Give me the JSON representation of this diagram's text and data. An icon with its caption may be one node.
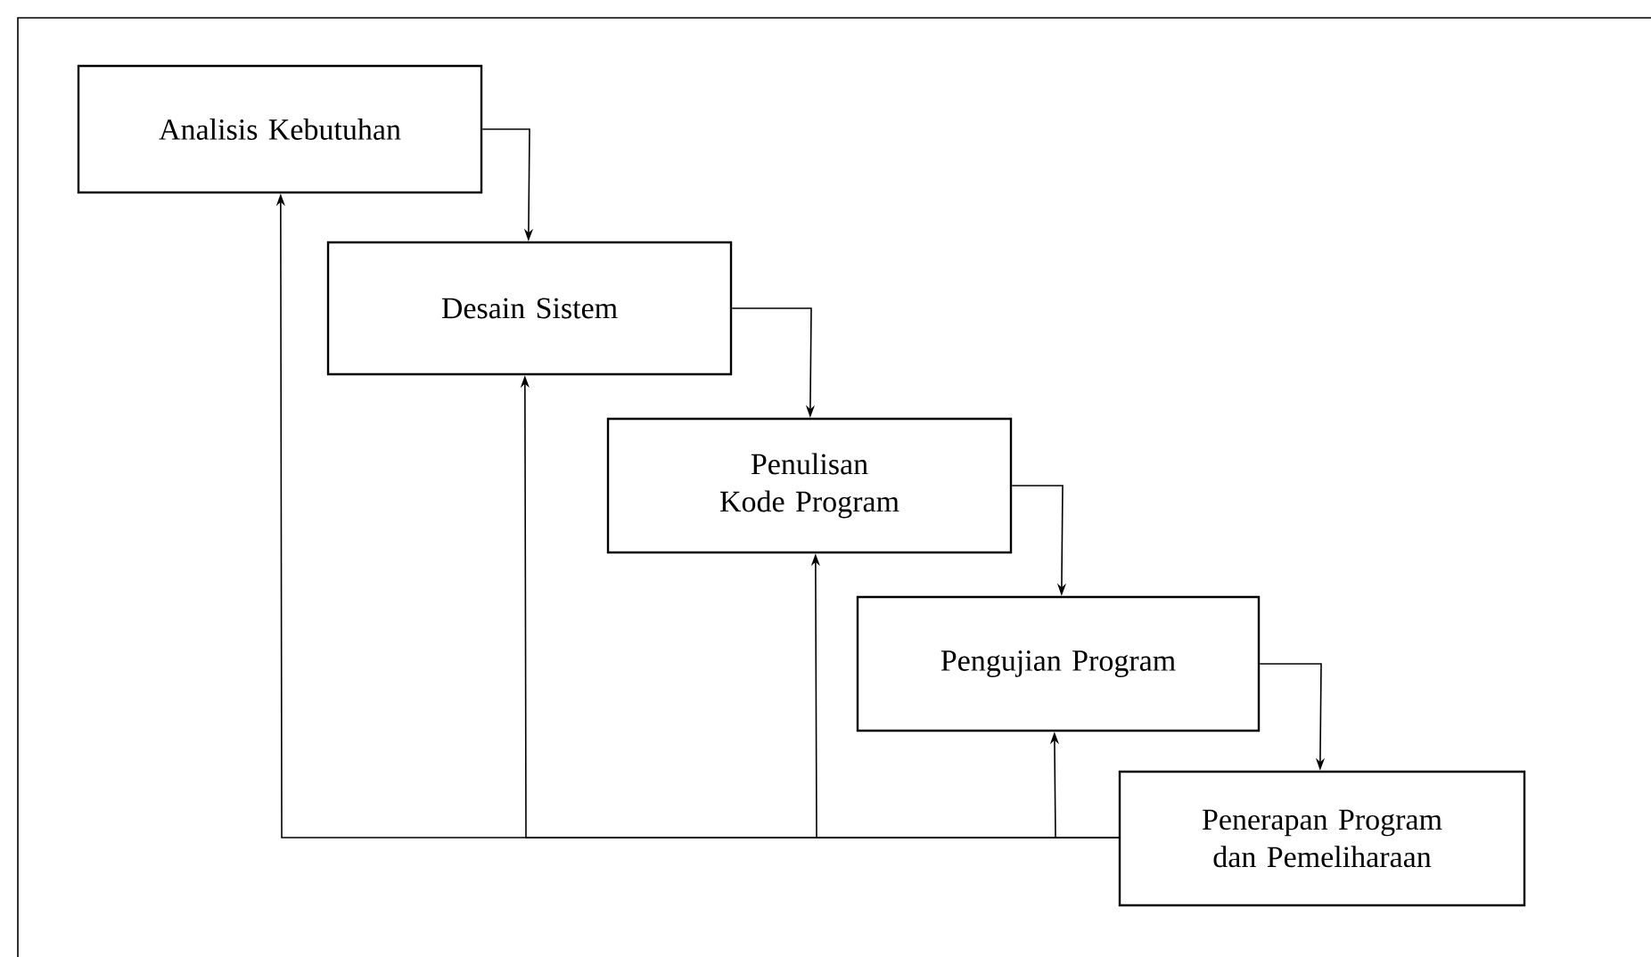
{
  "diagram": {
    "nodes": [
      {
        "text": [
          "Analisis Kebutuhan"
        ]
      },
      {
        "text": [
          "Desain Sistem"
        ]
      },
      {
        "text": [
          "Penulisan Kode Program"
        ]
      },
      {
        "text": [
          "Pengujian Program"
        ]
      },
      {
        "text": [
          "Penerapan Program dan Pemeliharaan"
        ]
      }
    ],
    "edges": [
      {
        "from": 0,
        "to": 1,
        "arrow": "to"
      },
      {
        "from": 1,
        "to": 2,
        "arrow": "to"
      },
      {
        "from": 2,
        "to": 3,
        "arrow": "to"
      },
      {
        "from": 3,
        "to": 4,
        "arrow": "to"
      },
      {
        "from": 4,
        "to": 0,
        "arrow": "to"
      },
      {
        "from": 4,
        "to": 1,
        "arrow": "to"
      },
      {
        "from": 4,
        "to": 2,
        "arrow": "to"
      },
      {
        "from": 4,
        "to": 3,
        "arrow": "to"
      }
    ]
  }
}
